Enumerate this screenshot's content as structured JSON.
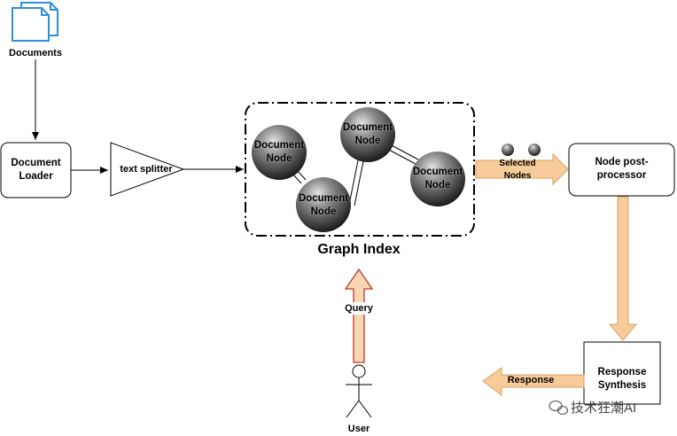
{
  "documents": {
    "label": "Documents",
    "icon": "documents-icon"
  },
  "loader": {
    "line1": "Document",
    "line2": "Loader"
  },
  "splitter": {
    "label": "text splitter"
  },
  "graph_index": {
    "title": "Graph Index",
    "nodes": [
      {
        "line1": "Document",
        "line2": "Node"
      },
      {
        "line1": "Document",
        "line2": "Node"
      },
      {
        "line1": "Document",
        "line2": "Node"
      },
      {
        "line1": "Document",
        "line2": "Node"
      }
    ]
  },
  "selected": {
    "line1": "Selected",
    "line2": "Nodes"
  },
  "postprocessor": {
    "line1": "Node post-",
    "line2": "processor"
  },
  "synthesis": {
    "line1": "Response",
    "line2": "Synthesis"
  },
  "response": {
    "label": "Response"
  },
  "query": {
    "label": "Query"
  },
  "user": {
    "label": "User",
    "icon": "user-icon"
  },
  "watermark": {
    "text": "技术狂潮AI",
    "icon": "wechat-icon"
  },
  "colors": {
    "arrow_fill": "#f8cc9a",
    "arrow_stroke": "#d9a060",
    "query_fill": "#f9d6b4",
    "query_stroke": "#c0392b",
    "doc_icon": "#2f8fd8"
  }
}
